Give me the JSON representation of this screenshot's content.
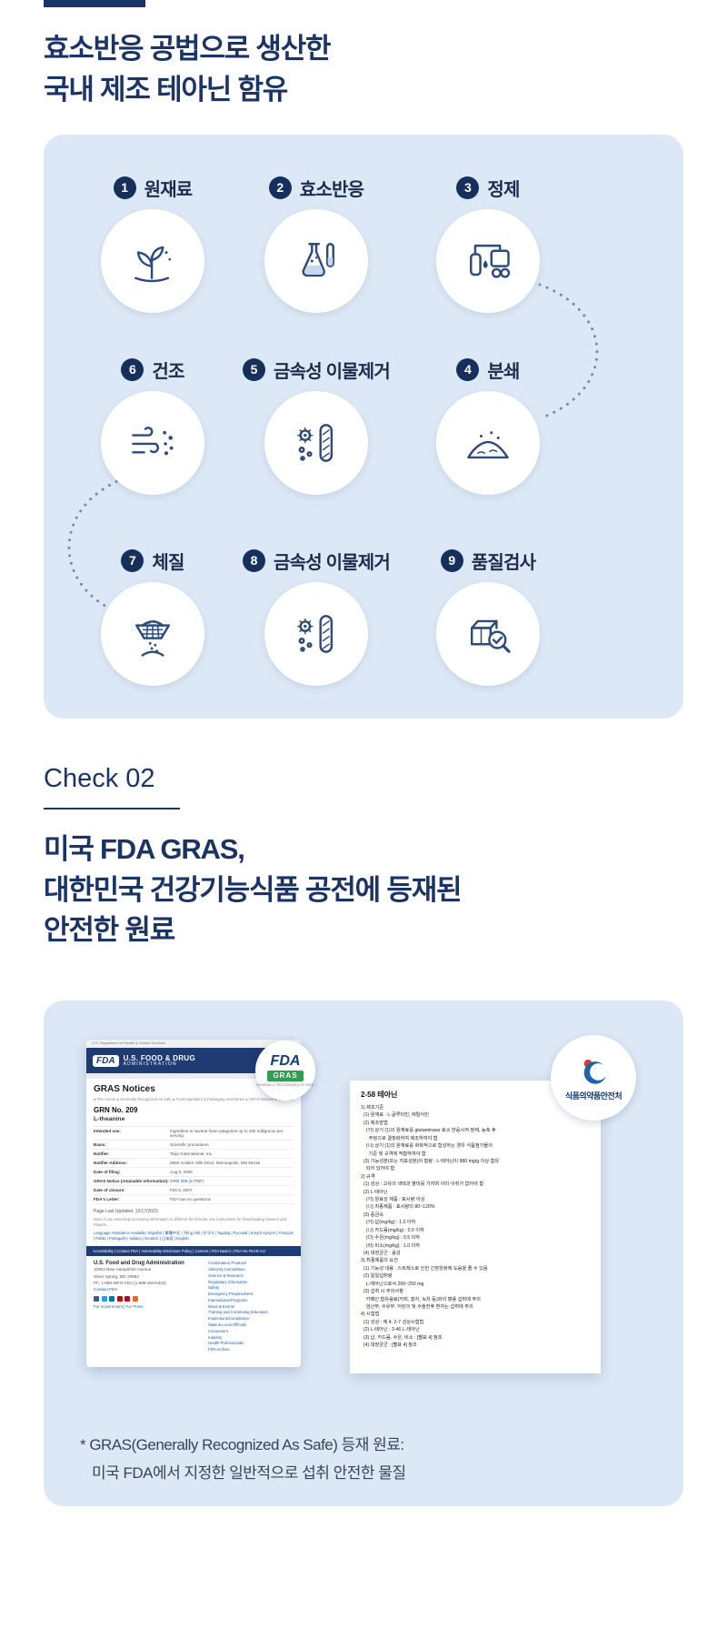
{
  "colors": {
    "navy": "#1b3467",
    "panel_bg": "#dce8f5",
    "badge_navy": "#16305e",
    "icon_stroke": "#2b4a7e",
    "link_blue": "#1a5dab",
    "gras_green": "#2e9e4f",
    "mfds_blue": "#1c63ad",
    "mfds_red": "#d43f34"
  },
  "icons": [
    "sprout-icon",
    "flask-icon",
    "purifier-icon",
    "dry-wind-icon",
    "metal-filter-icon",
    "grind-powder-icon",
    "sieve-icon",
    "inspect-icon",
    "fda-logo",
    "gras-badge",
    "mfds-logo",
    "facebook-icon",
    "x-icon",
    "linkedin-icon",
    "youtube-icon",
    "pinterest-icon",
    "rss-icon"
  ],
  "section1": {
    "heading": {
      "line1": "효소반응 공법으로 생산한",
      "line2": "국내 제조 테아닌 함유"
    },
    "steps": [
      {
        "num": "1",
        "label": "원재료"
      },
      {
        "num": "2",
        "label": "효소반응"
      },
      {
        "num": "3",
        "label": "정제"
      },
      {
        "num": "6",
        "label": "건조"
      },
      {
        "num": "5",
        "label": "금속성 이물제거"
      },
      {
        "num": "4",
        "label": "분쇄"
      },
      {
        "num": "7",
        "label": "체질"
      },
      {
        "num": "8",
        "label": "금속성 이물제거"
      },
      {
        "num": "9",
        "label": "품질검사"
      }
    ]
  },
  "section2": {
    "check": "Check 02",
    "heading": {
      "line1": "미국 FDA GRAS,",
      "line2": "대한민국 건강기능식품 공전에 등재된",
      "line3": "안전한 원료"
    },
    "caption": {
      "line1": "* GRAS(Generally Recognized As Safe) 등재 원료:",
      "line2": "미국 FDA에서 지정한 일반적으로 섭취 안전한 물질"
    }
  },
  "gras_badge": {
    "fda": "FDA",
    "gras": "GRAS",
    "sub": "GENERALLY RECOGNIZED AS SAFE"
  },
  "mfds_badge": {
    "label": "식품의약품안전처"
  },
  "fda_page": {
    "dept_strip": "U.S. Department of Health & Human Services",
    "logo_mark": "FDA",
    "logo_line1": "U.S. FOOD & DRUG",
    "logo_line2": "ADMINISTRATION",
    "page_title": "GRAS Notices",
    "breadcrumb": "● FDA Home ● Generally Recognized as Safe ● Food Ingredient & Packaging Inventories ● GRAS Notices ● GRN No. 209",
    "grn_no": "GRN No. 209",
    "substance": "L-theanine",
    "rows": [
      {
        "label": "Intended use:",
        "value": "Ingredient in several food categories up to 250 milligrams per serving"
      },
      {
        "label": "Basis:",
        "value": "Scientific procedures"
      },
      {
        "label": "Notifier:",
        "value": "Taiyo International, Inc."
      },
      {
        "label": "Notifier Address:",
        "value": "5960 Golden Hills Drive, Minneapolis, MN 55416"
      },
      {
        "label": "Date of filing:",
        "value": "Aug 9, 2006"
      },
      {
        "label": "GRAS Notice (retainable information):",
        "value": "GRN 209 (in PDF)",
        "link": true
      },
      {
        "label": "Date of closure:",
        "value": "Feb 6, 2007"
      },
      {
        "label": "FDA's Letter:",
        "value": "FDA has no questions"
      }
    ],
    "last_updated": "Page Last Updated: 12/17/2023",
    "note": "Note: If you need help accessing information in different file formats, see Instructions for Downloading Viewers and Players.",
    "language": "Language Assistance Available: Español | 繁體中文 | Tiếng Việt | 한국어 | Tagalog | Русский | Kreyòl Ayisyen | Français | Polski | Português | Italiano | Deutsch | 日本語 | English",
    "footer_bar": "Accessibility | Contact FDA | Vulnerability Disclosure Policy | Careers | FDA Basics | FDA No FEAR Act",
    "agency_name": "U.S. Food and Drug Administration",
    "address": [
      "10903 New Hampshire Avenue",
      "Silver Spring, MD 20993",
      "Ph. 1-888-INFO-FDA (1-888-463-6332)",
      "Contact FDA"
    ],
    "gov_press": "For Government  |  For Press",
    "footer_links": [
      "Combination Products",
      "Advisory Committees",
      "Science & Research",
      "Regulatory Information",
      "Safety",
      "Emergency Preparedness",
      "International Programs",
      "News & Events",
      "Training and Continuing Education",
      "Inspections/Compliance",
      "State & Local Officials",
      "Consumers",
      "Industry",
      "Health Professionals",
      "FDA Archive"
    ]
  },
  "kfda_doc": {
    "title": "2-58 테아닌",
    "lines": [
      "1) 제조기준",
      "  (1) 원재료 : L-글루타민, 에틸아민",
      "  (2) 제조방법",
      "    (가) 상기 (1)의 원재료를 glutaminase 효소 반응시켜 정제, 농축 후",
      "      주정으로 결정화하여 제조하여야 함",
      "    (나) 상기 (1)의 원재료를 화학적으로 합성하는 경우 식품첨가물의",
      "      기준 및 규격에 적합하여야 함",
      "  (3) 기능성분(또는 지표성분)의 함량 : L-테아닌이 980 mg/g 이상 함유",
      "    되어 있어야 함",
      "2) 규격",
      "  (1) 성상 : 고유의 색택과 향미를 가지며 이미·이취가 없어야 함",
      "  (2) L-테아닌",
      "    (가) 원료성 제품 : 표시량 이상",
      "    (나) 최종제품 : 표시량의 80~120%",
      "  (3) 중금속",
      "    (가) 납(mg/kg) : 1.0 이하",
      "    (나) 카드뮴(mg/kg) : 0.5 이하",
      "    (다) 수은(mg/kg) : 0.5 이하",
      "    (라) 비소(mg/kg) : 1.0 이하",
      "  (4) 대장균군 : 음성",
      "3) 최종제품의 요건",
      "  (1) 기능성 내용 : 스트레스로 인한 긴장완화에 도움을 줄 수 있음",
      "  (2) 일일섭취량",
      "    L-테아닌으로서 200~250 mg",
      "  (3) 섭취 시 주의사항",
      "    카페인 함유음료(커피, 홍차, 녹차 등)와의 병용 섭취에 주의",
      "    임산부, 수유부, 어린이 및 수술전후 환자는 섭취에 주의",
      "4) 시험법",
      "  (1) 성상 : 제 4. 2-7 성상시험법",
      "  (2) L-테아닌 : 3-46 L-테아닌",
      "  (3) 납, 카드뮴, 수은, 비소 : [별표 4] 참조",
      "  (4) 대장균군 : [별표 4] 참조"
    ]
  }
}
